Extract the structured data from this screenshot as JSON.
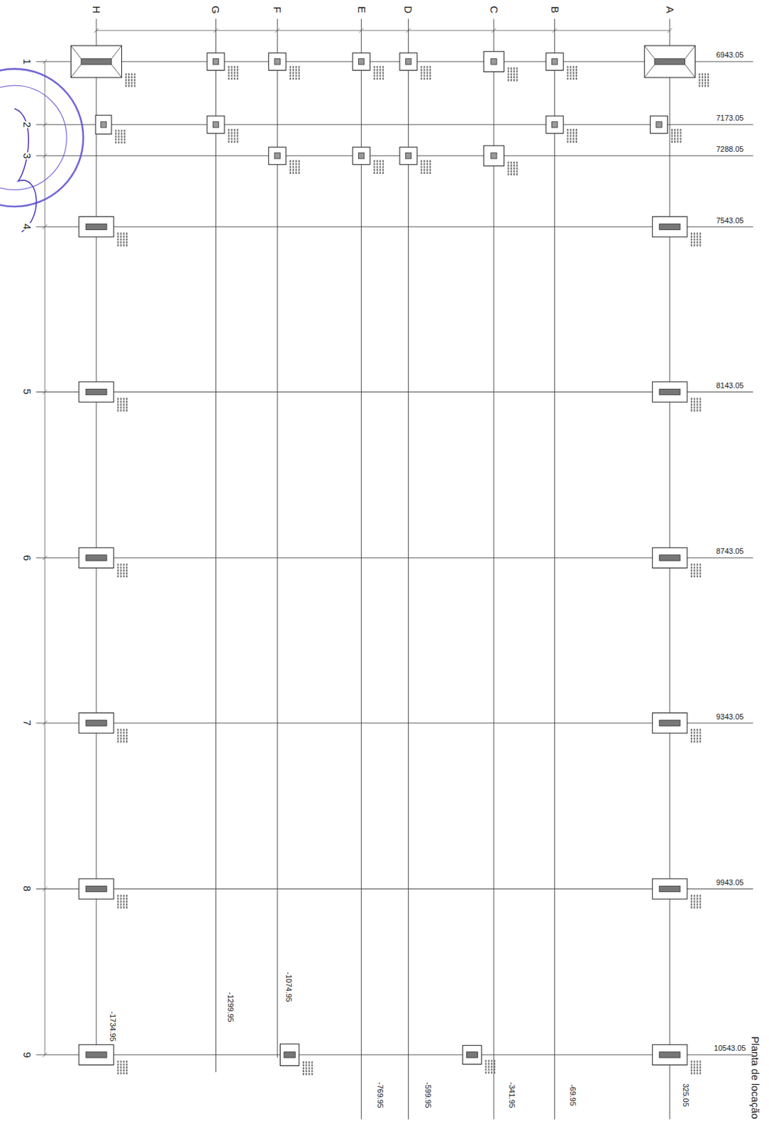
{
  "diagram": {
    "caption": "Planta de locação",
    "labels": [
      "H",
      "G",
      "F",
      "E",
      "D",
      "C",
      "B",
      "A",
      "1",
      "2",
      "3",
      "4",
      "5",
      "6",
      "7",
      "8",
      "9",
      "6943.05",
      "7173.05",
      "7288.05",
      "7543.05",
      "8143.05",
      "8743.05",
      "9343.05",
      "9943.05",
      "10543.05",
      "-1734.95",
      "-1299.95",
      "-1074.95",
      "-769.95",
      "-599.95",
      "-341.95",
      "-69.95",
      "325.05"
    ]
  }
}
